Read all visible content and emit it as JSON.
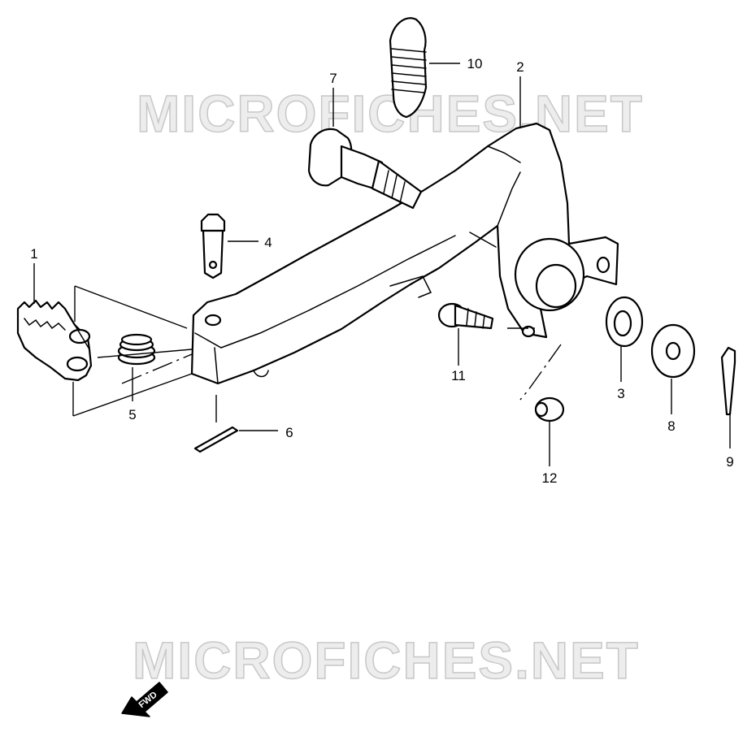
{
  "watermark": "MICROFICHES.NET",
  "direction_badge": "FWD",
  "callouts": {
    "p1": "1",
    "p2": "2",
    "p3": "3",
    "p4": "4",
    "p5": "5",
    "p6": "6",
    "p7": "7",
    "p8": "8",
    "p9": "9",
    "p10": "10",
    "p11": "11",
    "p12": "12"
  },
  "colors": {
    "line": "#000000",
    "background": "#ffffff",
    "watermark_fill": "#ededed",
    "watermark_stroke": "#c8c8c8"
  }
}
